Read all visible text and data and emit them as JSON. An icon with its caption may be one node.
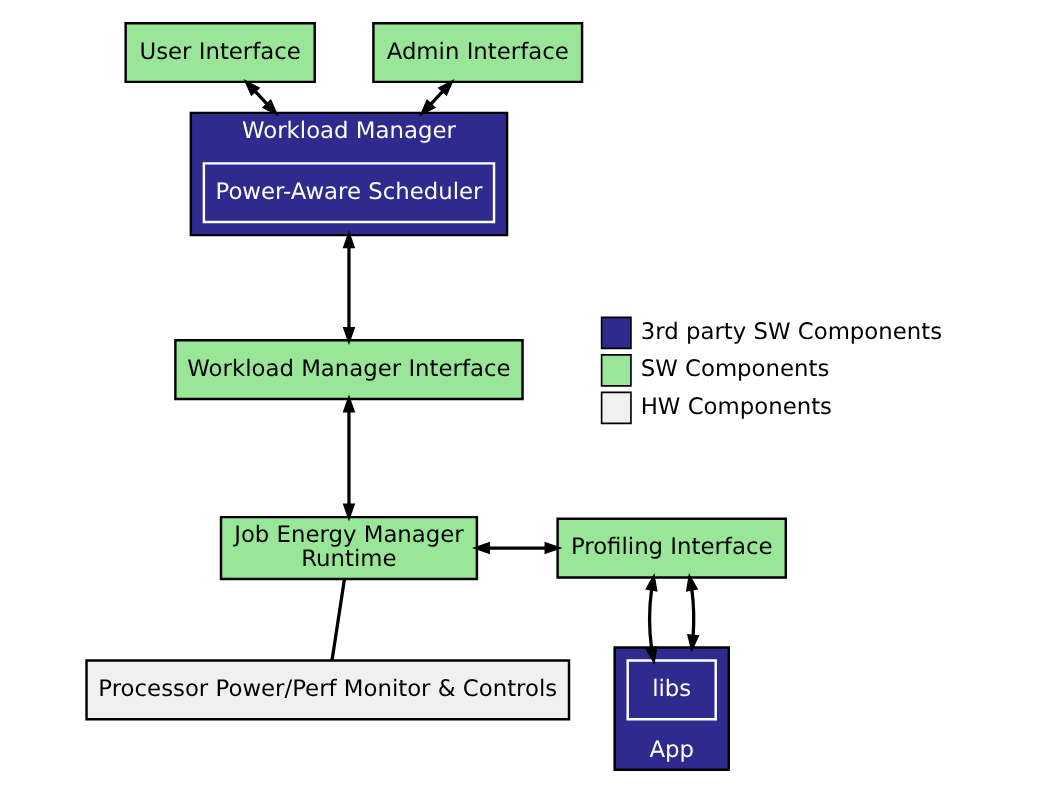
{
  "diagram": {
    "nodes": [
      {
        "text": [
          "User Interface"
        ]
      },
      {
        "text": [
          "Admin Interface"
        ]
      },
      {
        "text": [
          "Workload Manager"
        ]
      },
      {
        "text": [
          "Power-Aware Scheduler"
        ],
        "in": 2
      },
      {
        "text": [
          "Workload Manager Interface"
        ]
      },
      {
        "text": [
          "Job Energy Manager",
          "Runtime"
        ]
      },
      {
        "text": [
          "Profiling Interface"
        ]
      },
      {
        "text": [
          "App"
        ]
      },
      {
        "text": [
          "libs"
        ],
        "in": 7
      },
      {
        "text": [
          "Processor Power/Perf Monitor & Controls"
        ]
      }
    ],
    "edges": [
      {
        "from": 0,
        "to": 2,
        "arrow": "both"
      },
      {
        "from": 1,
        "to": 2,
        "arrow": "both"
      },
      {
        "from": 2,
        "to": 4,
        "arrow": "both"
      },
      {
        "from": 4,
        "to": 5,
        "arrow": "both"
      },
      {
        "from": 5,
        "to": 6,
        "arrow": "both"
      },
      {
        "from": 6,
        "to": 8,
        "arrow": "both"
      },
      {
        "from": 6,
        "to": 7,
        "arrow": "both"
      },
      {
        "from": 5,
        "to": 9,
        "arrow": "none"
      }
    ],
    "legend": [
      {
        "text": "3rd party SW Components",
        "color": "#2e2a8e"
      },
      {
        "text": "SW Components",
        "color": "#99e699"
      },
      {
        "text": "HW Components",
        "color": "#f0f0f0"
      }
    ]
  }
}
